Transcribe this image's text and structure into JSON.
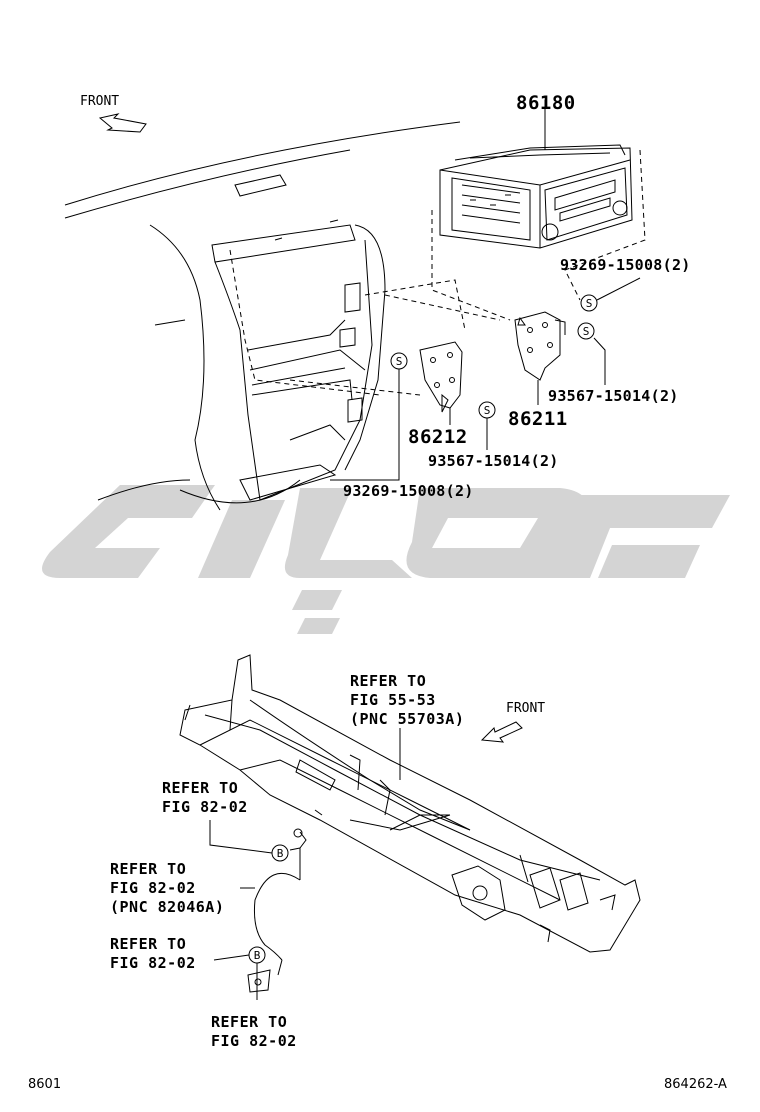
{
  "front_label": "FRONT",
  "parts": {
    "p86180": "86180",
    "p86211": "86211",
    "p86212": "86212",
    "screw_a_upper": "93269-15008(2)",
    "screw_b_upper": "93567-15014(2)",
    "screw_b_lower": "93567-15014(2)",
    "screw_a_lower": "93269-15008(2)"
  },
  "bolt_symbol": "S",
  "clip_symbol": "B",
  "refs": {
    "r55_line1": "REFER TO",
    "r55_line2": "FIG 55-53",
    "r55_line3": "(PNC 55703A)",
    "r82a_line1": "REFER TO",
    "r82a_line2": "FIG 82-02",
    "r82b_line1": "REFER TO",
    "r82b_line2": "FIG 82-02",
    "r82b_line3": "(PNC 82046A)",
    "r82c_line1": "REFER TO",
    "r82c_line2": "FIG 82-02",
    "r82d_line1": "REFER TO",
    "r82d_line2": "FIG 82-02"
  },
  "footer": {
    "left": "8601",
    "right": "864262-A"
  },
  "colors": {
    "line": "#000000",
    "watermark": "#d4d4d4"
  }
}
